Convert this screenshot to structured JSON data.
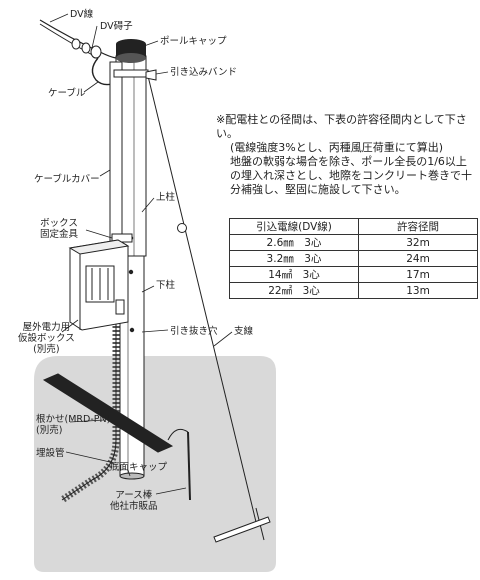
{
  "labels": {
    "dv_wire": "DV線",
    "dv_insulator": "DV碍子",
    "pole_cap": "ポールキャップ",
    "drop_band": "引き込みバンド",
    "cable": "ケーブル",
    "cable_cover": "ケーブルカバー",
    "upper_pole": "上柱",
    "box_bracket": "ボックス\n固定金具",
    "lower_pole": "下柱",
    "outdoor_box": "屋外電力用\n仮設ボックス\n(別売)",
    "pullout_hole": "引き抜き穴",
    "guy_wire": "支線",
    "root_brace": "根かせ(MRD-PN)\n(別売)",
    "buried_pipe": "埋設管",
    "bottom_cap": "底面キャップ",
    "ground_rod": "アース棒\n他社市販品"
  },
  "note": [
    "※配電柱との径間は、下表の許容径間内として下さい。",
    "(電線強度3%とし、丙種風圧荷重にて算出)",
    "地盤の軟弱な場合を除き、ポール全長の1/6以上の埋入れ深さとし、地際をコンクリート巻きで十分補強し、堅固に施設して下さい。"
  ],
  "table": {
    "headers": [
      "引込電線(DV線)",
      "許容径間"
    ],
    "rows": [
      [
        "2.6㎜　3心",
        "32m"
      ],
      [
        "3.2㎜　3心",
        "24m"
      ],
      [
        "14㎟　3心",
        "17m"
      ],
      [
        "22㎟　3心",
        "13m"
      ]
    ]
  }
}
